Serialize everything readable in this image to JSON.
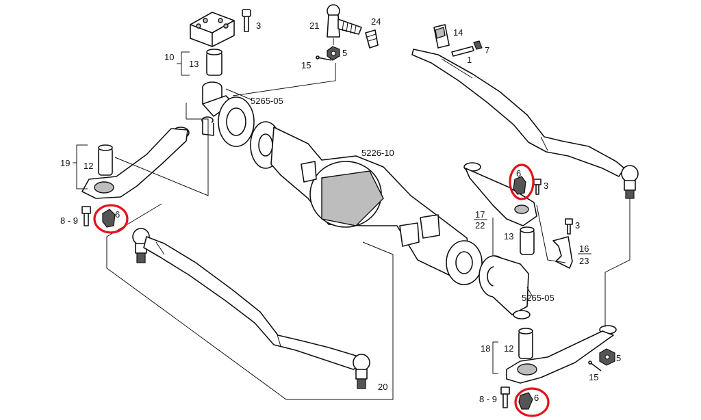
{
  "diagram": {
    "labels": {
      "p3a": "3",
      "p21": "21",
      "p24": "24",
      "p14": "14",
      "p7": "7",
      "p1": "1",
      "p10": "10",
      "p13a": "13",
      "p15a": "15",
      "p5a": "5",
      "ref_5265_top": "5265-05",
      "ref_5226": "5226-10",
      "ref_5265_bot": "5265-05",
      "p19": "19",
      "p12a": "12",
      "p89a": "8 - 9",
      "p6a": "6",
      "p6b": "6",
      "p3b": "3",
      "p17": "17",
      "p22": "22",
      "p3c": "3",
      "p13b": "13",
      "p16": "16",
      "p23": "23",
      "p18": "18",
      "p12b": "12",
      "p5b": "5",
      "p15b": "15",
      "p89b": "8 - 9",
      "p6c": "6",
      "p20": "20"
    },
    "highlight_color": "#e2131b"
  }
}
